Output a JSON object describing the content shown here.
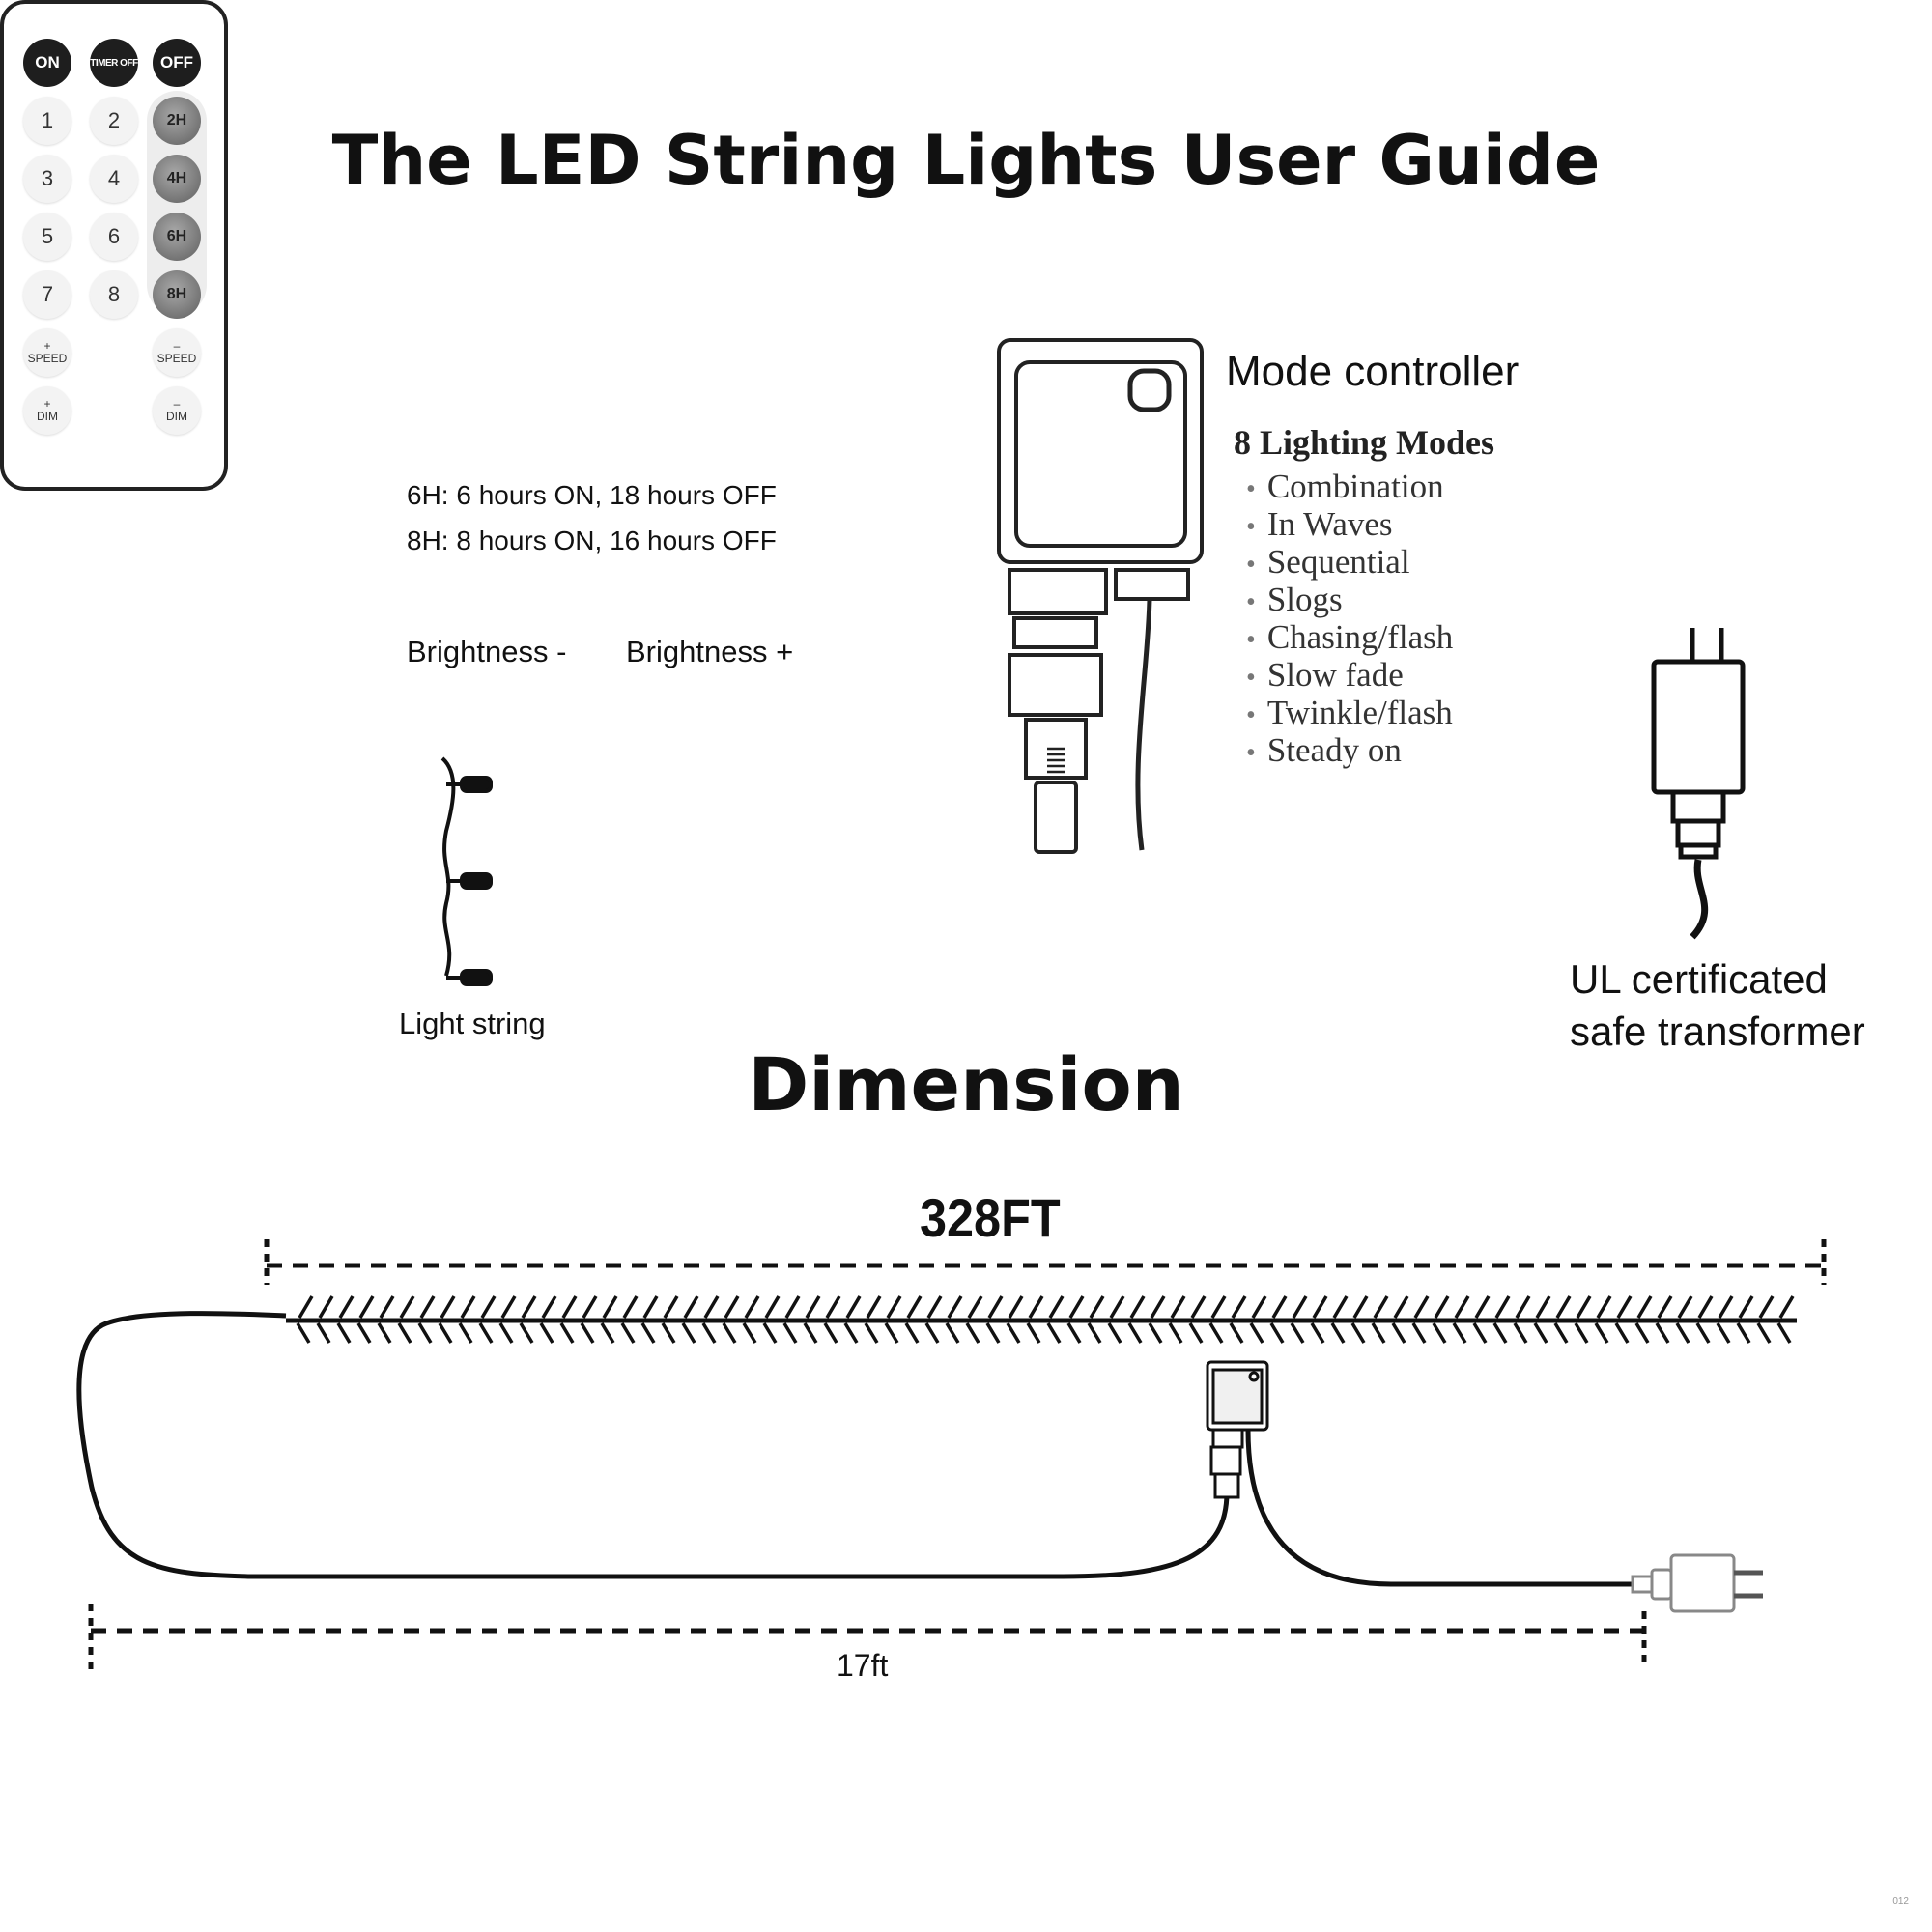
{
  "title": "The LED String Lights User Guide",
  "remote": {
    "buttons_top": [
      "ON",
      "TIMER OFF",
      "OFF"
    ],
    "number_buttons": [
      "1",
      "2",
      "3",
      "4",
      "5",
      "6",
      "7",
      "8"
    ],
    "timer_buttons": [
      "2H",
      "4H",
      "6H",
      "8H"
    ],
    "speed_plus": [
      "+",
      "SPEED"
    ],
    "speed_minus": [
      "–",
      "SPEED"
    ],
    "dim_plus": [
      "+",
      "DIM"
    ],
    "dim_minus": [
      "–",
      "DIM"
    ],
    "model": "012"
  },
  "timer_notes": [
    "6H: 6 hours ON, 18 hours OFF",
    "8H: 8 hours ON, 16 hours OFF"
  ],
  "brightness": {
    "minus": "Brightness -",
    "plus": "Brightness +"
  },
  "light_string_label": "Light string",
  "mode_controller": {
    "label": "Mode controller",
    "modes_title": "8 Lighting Modes",
    "modes": [
      "Combination",
      "In Waves",
      "Sequential",
      "Slogs",
      "Chasing/flash",
      "Slow fade",
      "Twinkle/flash",
      "Steady on"
    ]
  },
  "transformer_label": [
    "UL certificated",
    "safe transformer"
  ],
  "dimension": {
    "title": "Dimension",
    "string_length": "328FT",
    "lead_length": "17ft"
  }
}
